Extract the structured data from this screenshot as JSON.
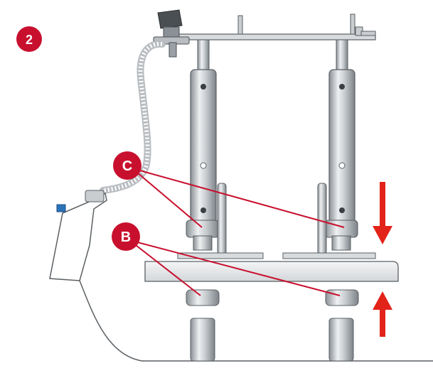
{
  "step": {
    "number": "2"
  },
  "callouts": [
    {
      "label": "C",
      "meaning": "upper-collars"
    },
    {
      "label": "B",
      "meaning": "lower-collars"
    }
  ],
  "colors": {
    "accent": "#c8102e",
    "arrow": "#e2231a",
    "steel_light": "#e8eaec",
    "steel_mid": "#b9bdc1",
    "steel_dark": "#7d8388",
    "outline": "#5a5f63"
  }
}
